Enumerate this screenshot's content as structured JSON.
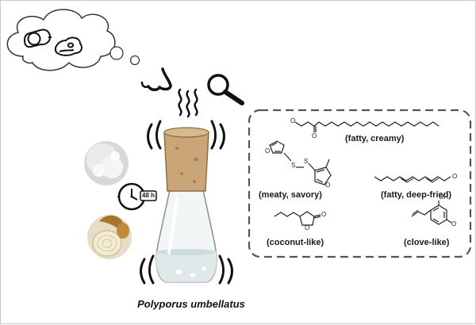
{
  "organism": "Polyporus umbellatus",
  "timer_text": "48 h",
  "aromas": [
    {
      "label": "(fatty, creamy)"
    },
    {
      "label": "(meaty, savory)"
    },
    {
      "label": "(fatty, deep-fried)"
    },
    {
      "label": "(coconut-like)"
    },
    {
      "label": "(clove-like)"
    }
  ],
  "atom_labels": {
    "oxygen": "O",
    "sulfur": "S",
    "hydroxyl": "OH"
  },
  "icons": [
    "thought-bubble",
    "sausage-icon",
    "steak-icon",
    "nose-icon",
    "magnifier-icon",
    "clock-icon",
    "flask",
    "sugar-image",
    "onion-image"
  ],
  "colors": {
    "outline": "#222222",
    "dashed_box": "#555555",
    "cork": "#c9a577",
    "liquid": "#dfe9ea",
    "onion": "#d8b37a"
  }
}
